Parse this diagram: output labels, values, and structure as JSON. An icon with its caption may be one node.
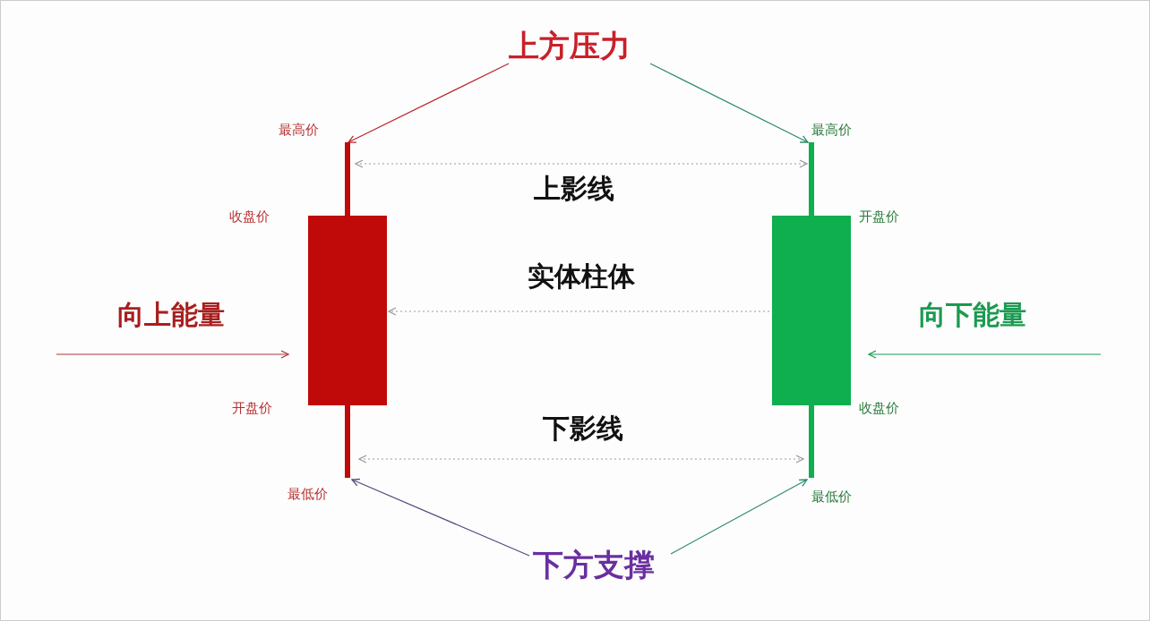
{
  "diagram": {
    "nodes": [
      {
        "text": [
          "上方压力"
        ]
      },
      {
        "text": [],
        "shape": "bar",
        "beside": [
          "最高价",
          "收盘价",
          "开盘价",
          "最低价"
        ]
      },
      {
        "text": [],
        "shape": "bar",
        "beside": [
          "最高价",
          "开盘价",
          "收盘价",
          "最低价"
        ]
      },
      {
        "text": [
          "下方支撑"
        ]
      }
    ],
    "edges": [
      {
        "from": 0,
        "to": 1,
        "arrow": "to",
        "color": "#b8282d"
      },
      {
        "from": 0,
        "to": 2,
        "arrow": "to",
        "color": "#2e8b6a"
      },
      {
        "from": null,
        "to": 1,
        "arrow": "to",
        "label": "向上能量",
        "color": "#a83a3a"
      },
      {
        "from": null,
        "to": 2,
        "arrow": "to",
        "label": "向下能量",
        "color": "#1a9a50"
      },
      {
        "from": 1,
        "to": 2,
        "arrow": "both",
        "label": "上影线",
        "style": "dashed",
        "color": "#9a9a9a"
      },
      {
        "from": 2,
        "to": 1,
        "arrow": "to",
        "label": "实体柱体",
        "style": "dashed",
        "color": "#9a9a9a"
      },
      {
        "from": 1,
        "to": 2,
        "arrow": "both",
        "label": "下影线",
        "style": "dashed",
        "color": "#9a9a9a"
      },
      {
        "from": 3,
        "to": 1,
        "arrow": "to",
        "color": "#5a4a7a"
      },
      {
        "from": 3,
        "to": 2,
        "arrow": "to",
        "color": "#2e8b6a"
      }
    ]
  }
}
